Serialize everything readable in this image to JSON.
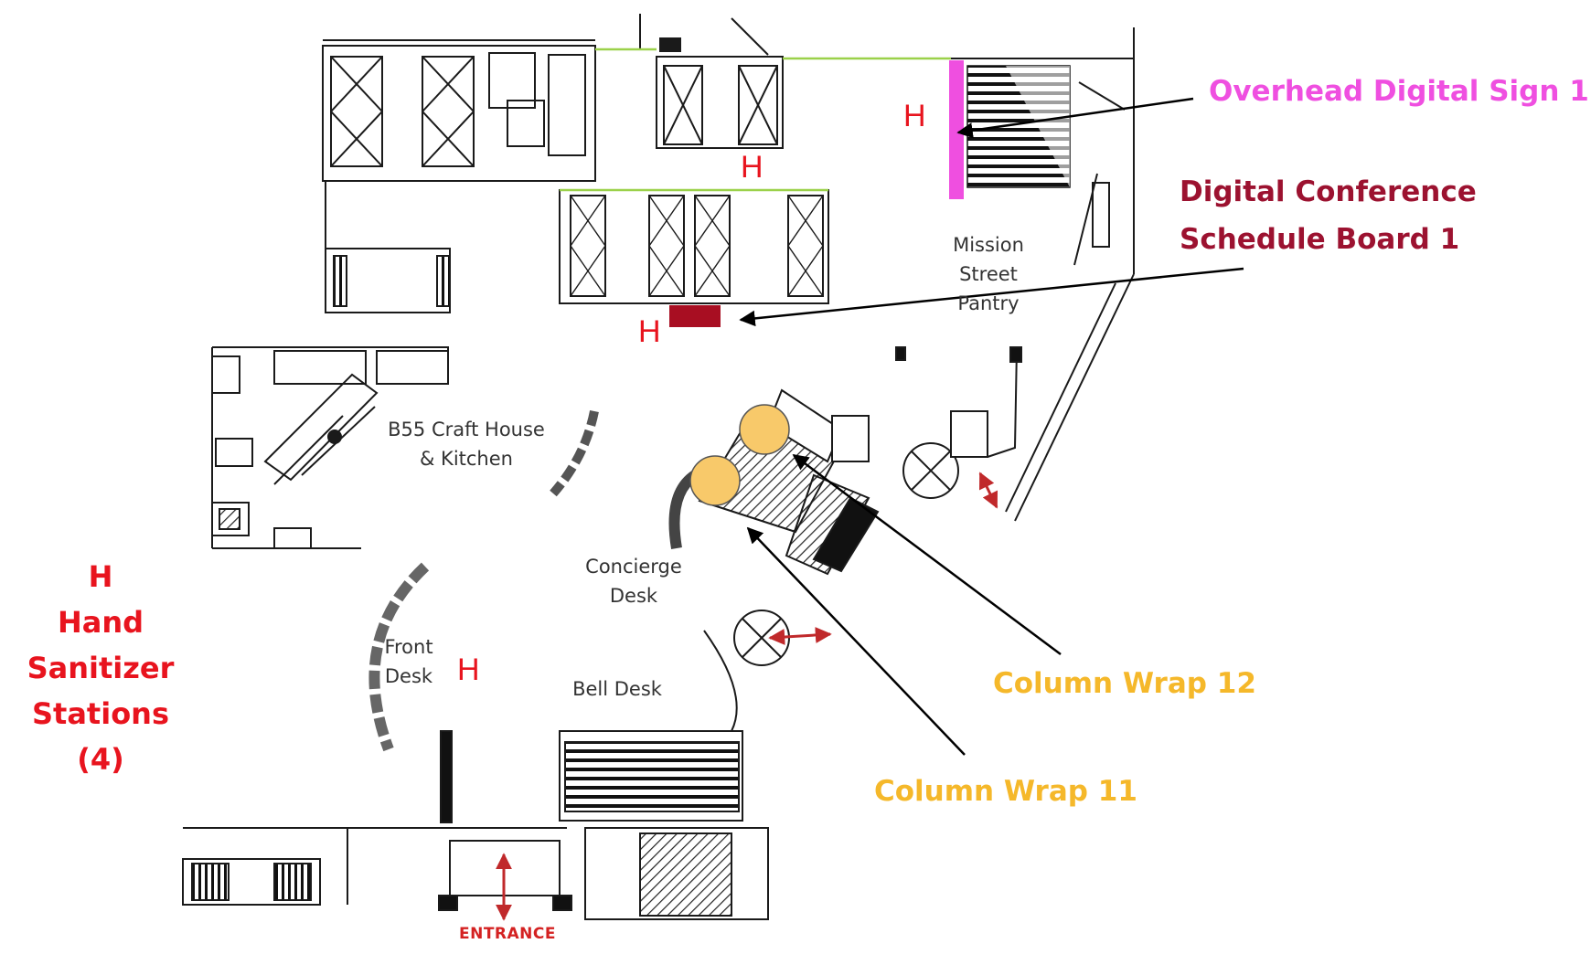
{
  "rooms": {
    "mission_street_pantry": "Mission\nStreet\nPantry",
    "b55_craft_house": "B55 Craft House\n& Kitchen",
    "concierge_desk": "Concierge\nDesk",
    "front_desk": "Front\nDesk",
    "bell_desk": "Bell Desk"
  },
  "hand_sanitizer_marks": [
    "H",
    "H",
    "H",
    "H"
  ],
  "callouts": {
    "overhead_digital_sign": {
      "label": "Overhead Digital Sign 1",
      "color": "#ef4fe0"
    },
    "digital_conference_board": {
      "label": "Digital Conference\nSchedule Board 1",
      "color": "#9c1230"
    },
    "column_wrap_12": {
      "label": "Column Wrap 12",
      "color": "#f5b82a"
    },
    "column_wrap_11": {
      "label": "Column Wrap 11",
      "color": "#f5b82a"
    }
  },
  "legend": {
    "text": "H\nHand\nSanitizer\nStations\n(4)",
    "color": "#e8141e"
  },
  "entrance_label": "ENTRANCE",
  "colors": {
    "walls": "#1a1a1a",
    "sign_bar": "#ef4fe0",
    "board_rect": "#a80e22",
    "column_circle": "#f8c96a",
    "door_arrow": "#c0292b",
    "green_edge": "#9bd14a"
  }
}
